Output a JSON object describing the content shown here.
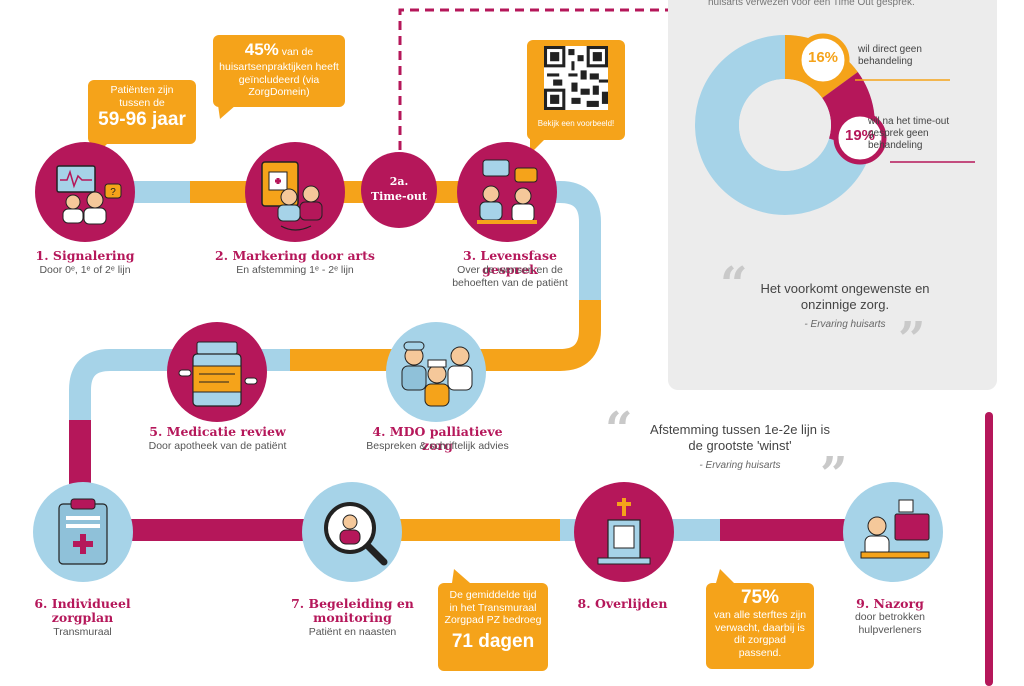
{
  "timeout": {
    "label_1": "2a.",
    "label_2": "Time-out"
  },
  "steps": [
    {
      "title": "1. Signalering",
      "sub": "Door 0ᵉ, 1ᵉ of 2ᵉ lijn"
    },
    {
      "title": "2. Markering door arts",
      "sub": "En afstemming 1ᵉ - 2ᵉ lijn"
    },
    {
      "title": "3. Levensfase gesprek",
      "sub": "Over de wensen en de behoeften van de patiënt"
    },
    {
      "title": "4. MDO palliatieve zorg",
      "sub": "Bespreken & schriftelijk advies"
    },
    {
      "title": "5. Medicatie review",
      "sub": "Door apotheek van de patiënt"
    },
    {
      "title": "6. Individueel zorgplan",
      "sub": "Transmuraal"
    },
    {
      "title": "7. Begeleiding en monitoring",
      "sub": "Patiënt en naasten"
    },
    {
      "title": "8. Overlijden",
      "sub": ""
    },
    {
      "title": "9. Nazorg",
      "sub": "door betrokken hulpverleners"
    }
  ],
  "bubbles": {
    "age": {
      "text": "Patiënten zijn tussen de",
      "big": "59-96 jaar"
    },
    "practices": {
      "big": "45%",
      "text": "van de huisartsenpraktijken heeft geïncludeerd (via ZorgDomein)"
    },
    "qr": {
      "text": "Bekijk een voorbeeld!"
    },
    "duration": {
      "text": "De gemiddelde tijd in het Transmuraal Zorgpad PZ bedroeg",
      "big": "71 dagen"
    },
    "deaths": {
      "big": "75%",
      "text": "van alle sterftes zijn verwacht, daarbij is dit zorgpad passend."
    }
  },
  "panel": {
    "header": "huisarts verwezen voor een Time Out gesprek.",
    "stat1": {
      "value": "16%",
      "label": "wil direct geen behandeling"
    },
    "stat2": {
      "value": "19%",
      "label": "wil na het time-out gesprek geen behandeling"
    }
  },
  "quotes": [
    {
      "text": "Het voorkomt ongewenste en onzinnige zorg.",
      "by": "- Ervaring huisarts"
    },
    {
      "text": "Afstemming tussen 1e-2e lijn is de grootste 'winst'",
      "by": "- Ervaring huisarts"
    }
  ],
  "colors": {
    "magenta": "#b5175a",
    "orange": "#f5a31a",
    "lightblue": "#a6d3e8",
    "grey": "#ececec"
  }
}
